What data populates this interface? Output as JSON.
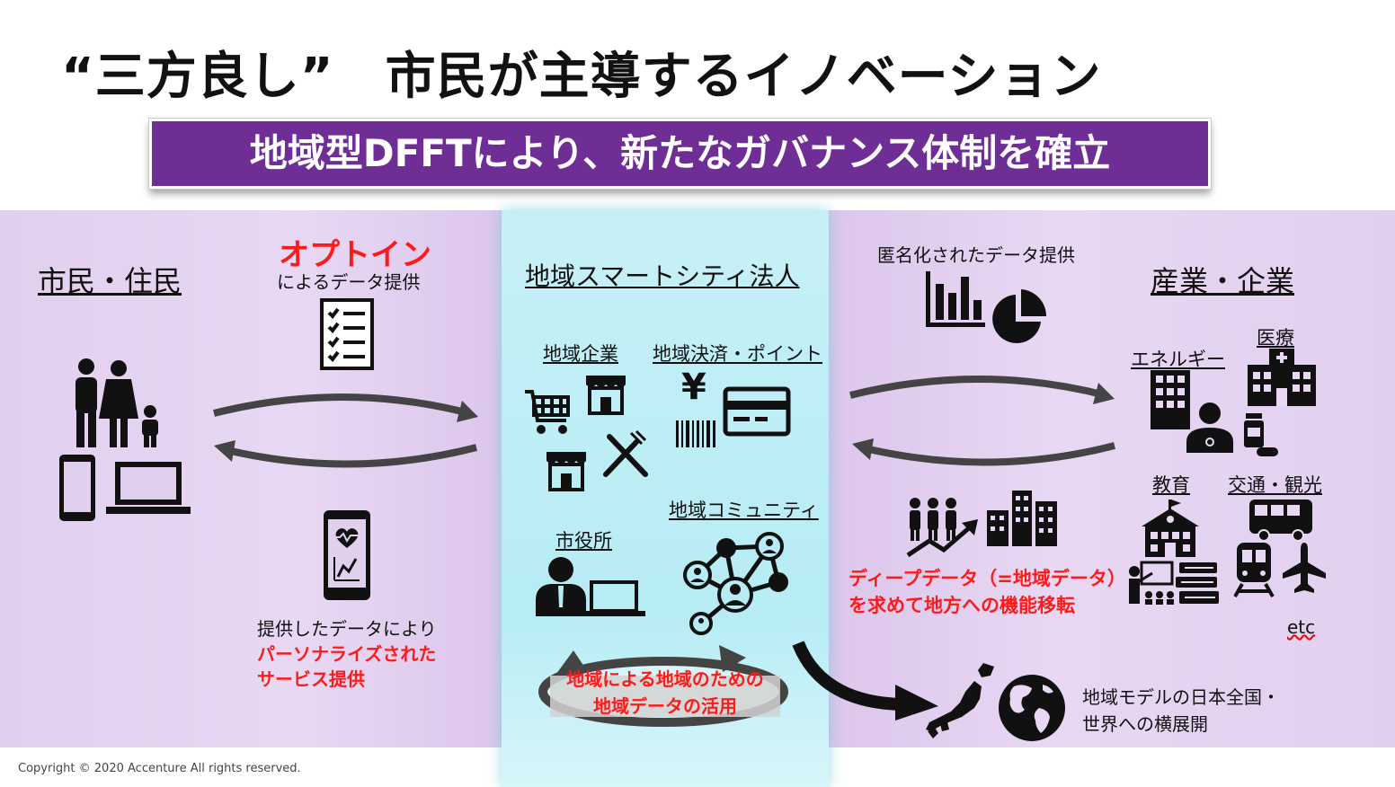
{
  "title": "“三方良し”　市民が主導するイノベーション",
  "banner": "地域型DFFTにより、新たなガバナンス体制を確立",
  "left": {
    "heading": "市民・住民",
    "optin_title": "オプトイン",
    "optin_sub": "によるデータ提供",
    "service_line1": "提供したデータにより",
    "service_line2": "パーソナライズされた",
    "service_line3": "サービス提供"
  },
  "center": {
    "heading": "地域スマートシティ法人",
    "local_business": "地域企業",
    "local_payment": "地域決済・ポイント",
    "city_hall": "市役所",
    "community": "地域コミュニティ",
    "cycle_line1": "地域による地域のための",
    "cycle_line2": "地域データの活用"
  },
  "right": {
    "heading": "産業・企業",
    "anon_data": "匿名化されたデータ提供",
    "energy": "エネルギー",
    "medical": "医療",
    "education": "教育",
    "transport": "交通・観光",
    "etc": "etc",
    "deep_line1": "ディープデータ（=地域データ）",
    "deep_line2": "を求めて地方への機能移転",
    "expansion_line1": "地域モデルの日本全国・",
    "expansion_line2": "世界への横展開"
  },
  "icons": [
    "family-icon",
    "smartphone-icon",
    "laptop-icon",
    "checklist-icon",
    "health-app-icon",
    "shopping-cart-icon",
    "shop-icon",
    "fork-knife-icon",
    "yen-icon",
    "credit-card-icon",
    "barcode-icon",
    "official-icon",
    "network-icon",
    "bar-chart-icon",
    "pie-chart-icon",
    "office-building-icon",
    "doctor-icon",
    "hospital-icon",
    "medicine-icon",
    "school-icon",
    "teacher-icon",
    "books-icon",
    "bus-icon",
    "train-icon",
    "airplane-icon",
    "growth-people-icon",
    "city-buildings-icon",
    "japan-map-icon",
    "globe-icon"
  ],
  "colors": {
    "banner": "#6e2e96",
    "panel_side": "#e1cfee",
    "panel_center": "#b7ecf5",
    "accent_red": "#ff1a1a"
  },
  "copyright": "Copyright © 2020 Accenture  All rights reserved."
}
